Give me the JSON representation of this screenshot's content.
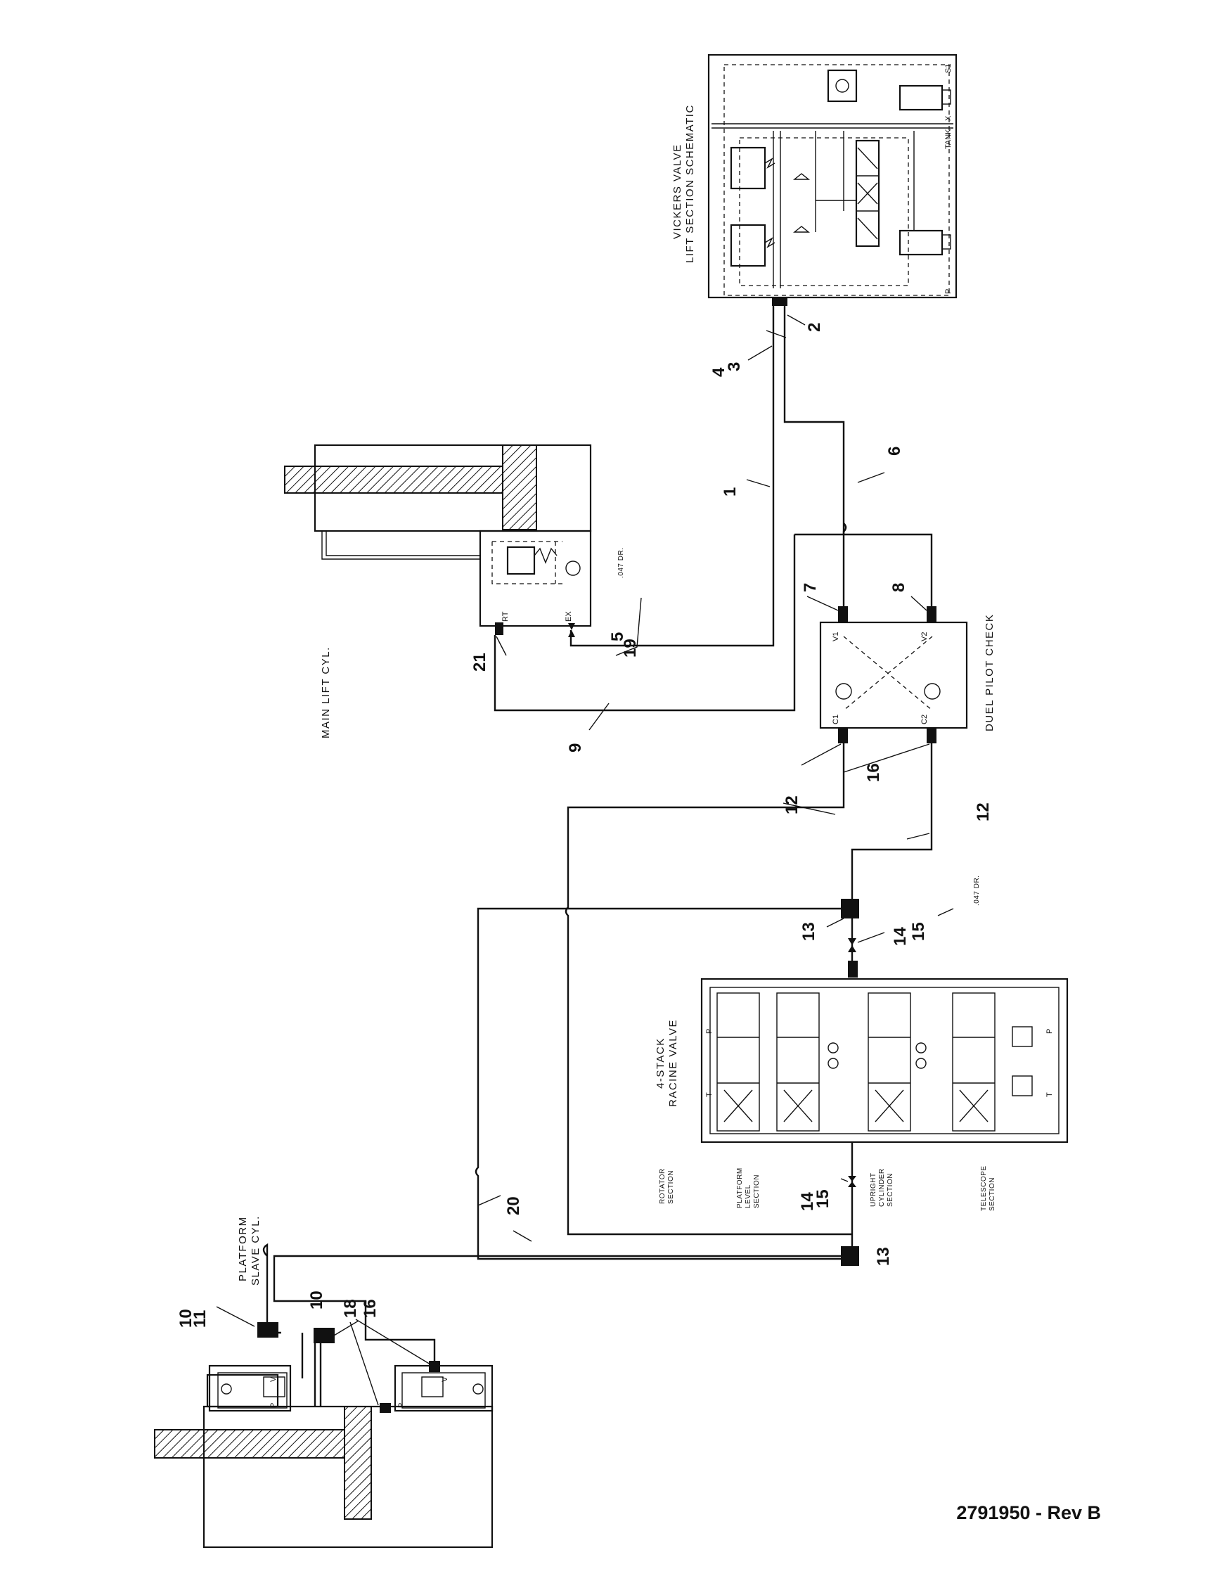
{
  "components": {
    "vickers_valve": {
      "title_line1": "VICKERS VALVE",
      "title_line2": "LIFT SECTION SCHEMATIC",
      "port_s1": "S1",
      "port_tank": "TANK",
      "port_x": "X",
      "port_p": "P"
    },
    "main_lift_cyl": {
      "label": "MAIN LIFT CYL.",
      "port_rt": "RT",
      "port_ex": "EX",
      "orifice": ".047 DR."
    },
    "duel_pilot_check": {
      "label": "DUEL PILOT CHECK",
      "port_v1": "V1",
      "port_v2": "V2",
      "port_c1": "C1",
      "port_c2": "C2"
    },
    "racine_valve": {
      "title_line1": "4-STACK",
      "title_line2": "RACINE VALVE",
      "port_p": "P",
      "port_t": "T",
      "orifice": ".047 DR."
    },
    "sections": [
      {
        "line1": "ROTATOR",
        "line2": "SECTION",
        "line3": ""
      },
      {
        "line1": "PLATFORM",
        "line2": "LEVEL",
        "line3": "SECTION"
      },
      {
        "line1": "UPRIGHT",
        "line2": "CYLINDER",
        "line3": "SECTION"
      },
      {
        "line1": "TELESCOPE",
        "line2": "SECTION",
        "line3": ""
      }
    ],
    "slave_cyl": {
      "line1": "PLATFORM",
      "line2": "SLAVE CYL.",
      "port_v": "V",
      "port_p": "P"
    }
  },
  "callouts": {
    "c1": "1",
    "c2": "2",
    "c3": "3",
    "c4": "4",
    "c5": "5",
    "c6": "6",
    "c7": "7",
    "c8": "8",
    "c9": "9",
    "c10a": "10",
    "c10b": "10",
    "c11": "11",
    "c12a": "12",
    "c12b": "12",
    "c13a": "13",
    "c13b": "13",
    "c14a": "14",
    "c14b": "14",
    "c15a": "15",
    "c15b": "15",
    "c16a": "16",
    "c16b": "16",
    "c18": "18",
    "c19": "19",
    "c20": "20",
    "c21": "21"
  },
  "document_number": "2791950 - Rev B"
}
